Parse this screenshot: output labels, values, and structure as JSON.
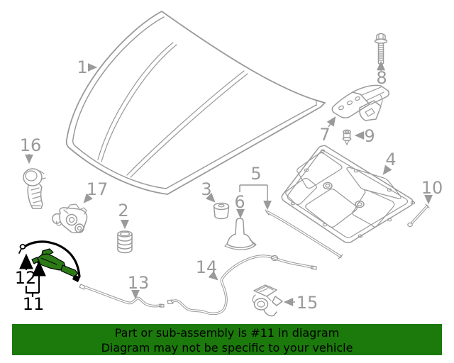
{
  "diagram": {
    "callouts": {
      "c1": "1",
      "c2": "2",
      "c3": "3",
      "c4": "4",
      "c5": "5",
      "c6": "6",
      "c7": "7",
      "c8": "8",
      "c9": "9",
      "c10": "10",
      "c11": "11",
      "c12": "12",
      "c13": "13",
      "c14": "14",
      "c15": "15",
      "c16": "16",
      "c17": "17"
    },
    "highlighted_part_numbers": [
      "11",
      "12"
    ]
  },
  "banner": {
    "line1": "Part or sub-assembly is #11 in diagram",
    "line2": "Diagram may not be specific to your vehicle"
  },
  "colors": {
    "diagram_line": "#9a9a9a",
    "highlight_fill_green": "#2c7a16",
    "highlight_line_black": "#000000",
    "banner_background": "#1b7a0b",
    "banner_text": "#000000"
  }
}
